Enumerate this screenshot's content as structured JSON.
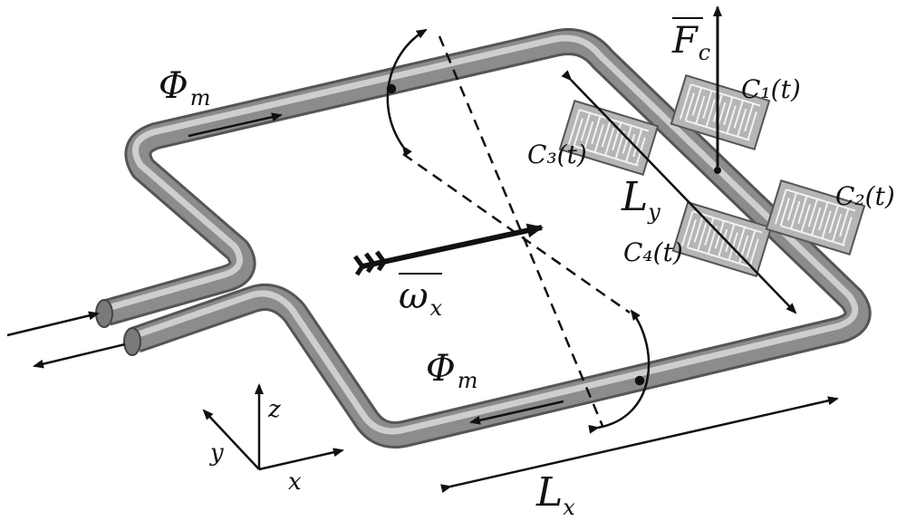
{
  "labels": {
    "phi_top": "Φ",
    "phi_top_sub": "m",
    "phi_bottom": "Φ",
    "phi_bottom_sub": "m",
    "omega": "ω",
    "omega_sub": "x",
    "force": "F",
    "force_sub": "c",
    "ly": "L",
    "ly_sub": "y",
    "lx": "L",
    "lx_sub": "x",
    "c1": "C₁(t)",
    "c2": "C₂(t)",
    "c3": "C₃(t)",
    "c4": "C₄(t)",
    "axis_x": "x",
    "axis_y": "y",
    "axis_z": "z"
  },
  "colors": {
    "tube": "#8c8c8c",
    "tube_highlight": "#d9d9d9",
    "tube_shadow": "#555555",
    "sensor_fill": "#b5b5b5",
    "sensor_stroke": "#555555",
    "ink": "#111111"
  }
}
